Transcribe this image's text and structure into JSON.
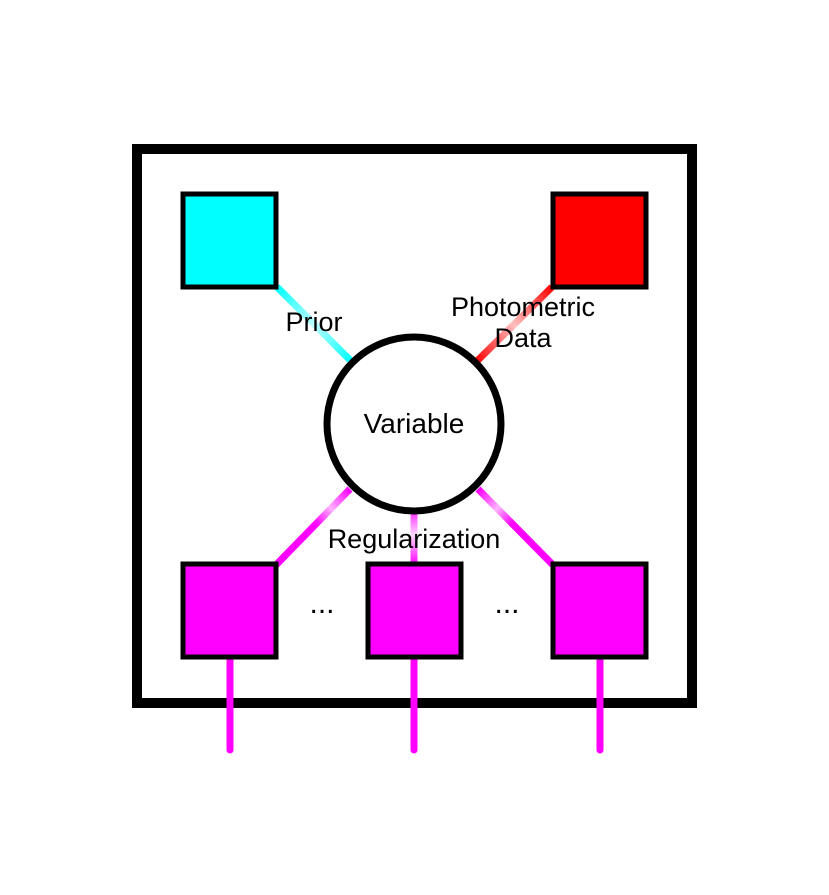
{
  "diagram": {
    "variable_label": "Variable",
    "prior_label": "Prior",
    "photometric_label_line1": "Photometric",
    "photometric_label_line2": "Data",
    "regularization_label": "Regularization",
    "ellipsis_left": "...",
    "ellipsis_right": "..."
  },
  "colors": {
    "prior": "#00ffff",
    "photometric": "#ff0000",
    "regularization": "#ff00ff",
    "outline": "#000000",
    "background": "#ffffff"
  }
}
